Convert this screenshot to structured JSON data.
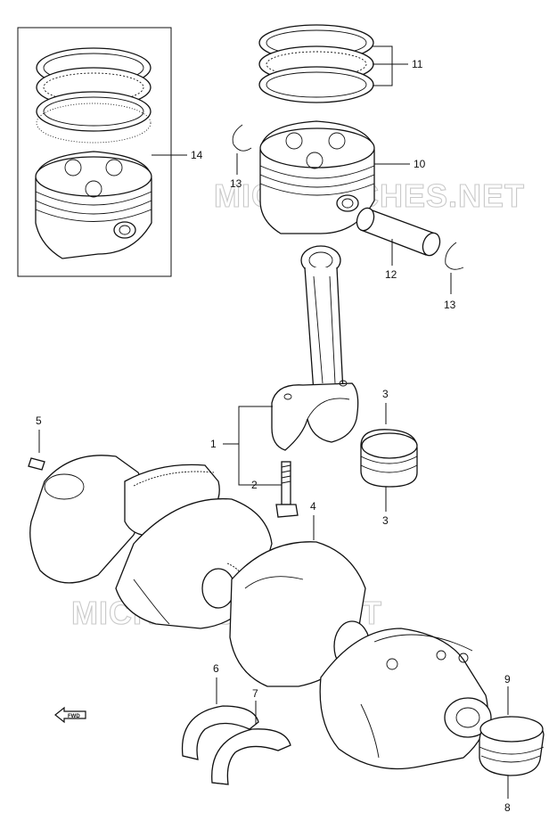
{
  "watermarks": [
    "MICROFICHES.NET",
    "MICROFICHES.NET"
  ],
  "fwd_label": "FWD",
  "callouts": {
    "c1": "1",
    "c2": "2",
    "c3a": "3",
    "c3b": "3",
    "c4": "4",
    "c5": "5",
    "c6": "6",
    "c7": "7",
    "c8": "8",
    "c9": "9",
    "c10": "10",
    "c11": "11",
    "c12": "12",
    "c13a": "13",
    "c13b": "13",
    "c14": "14"
  }
}
